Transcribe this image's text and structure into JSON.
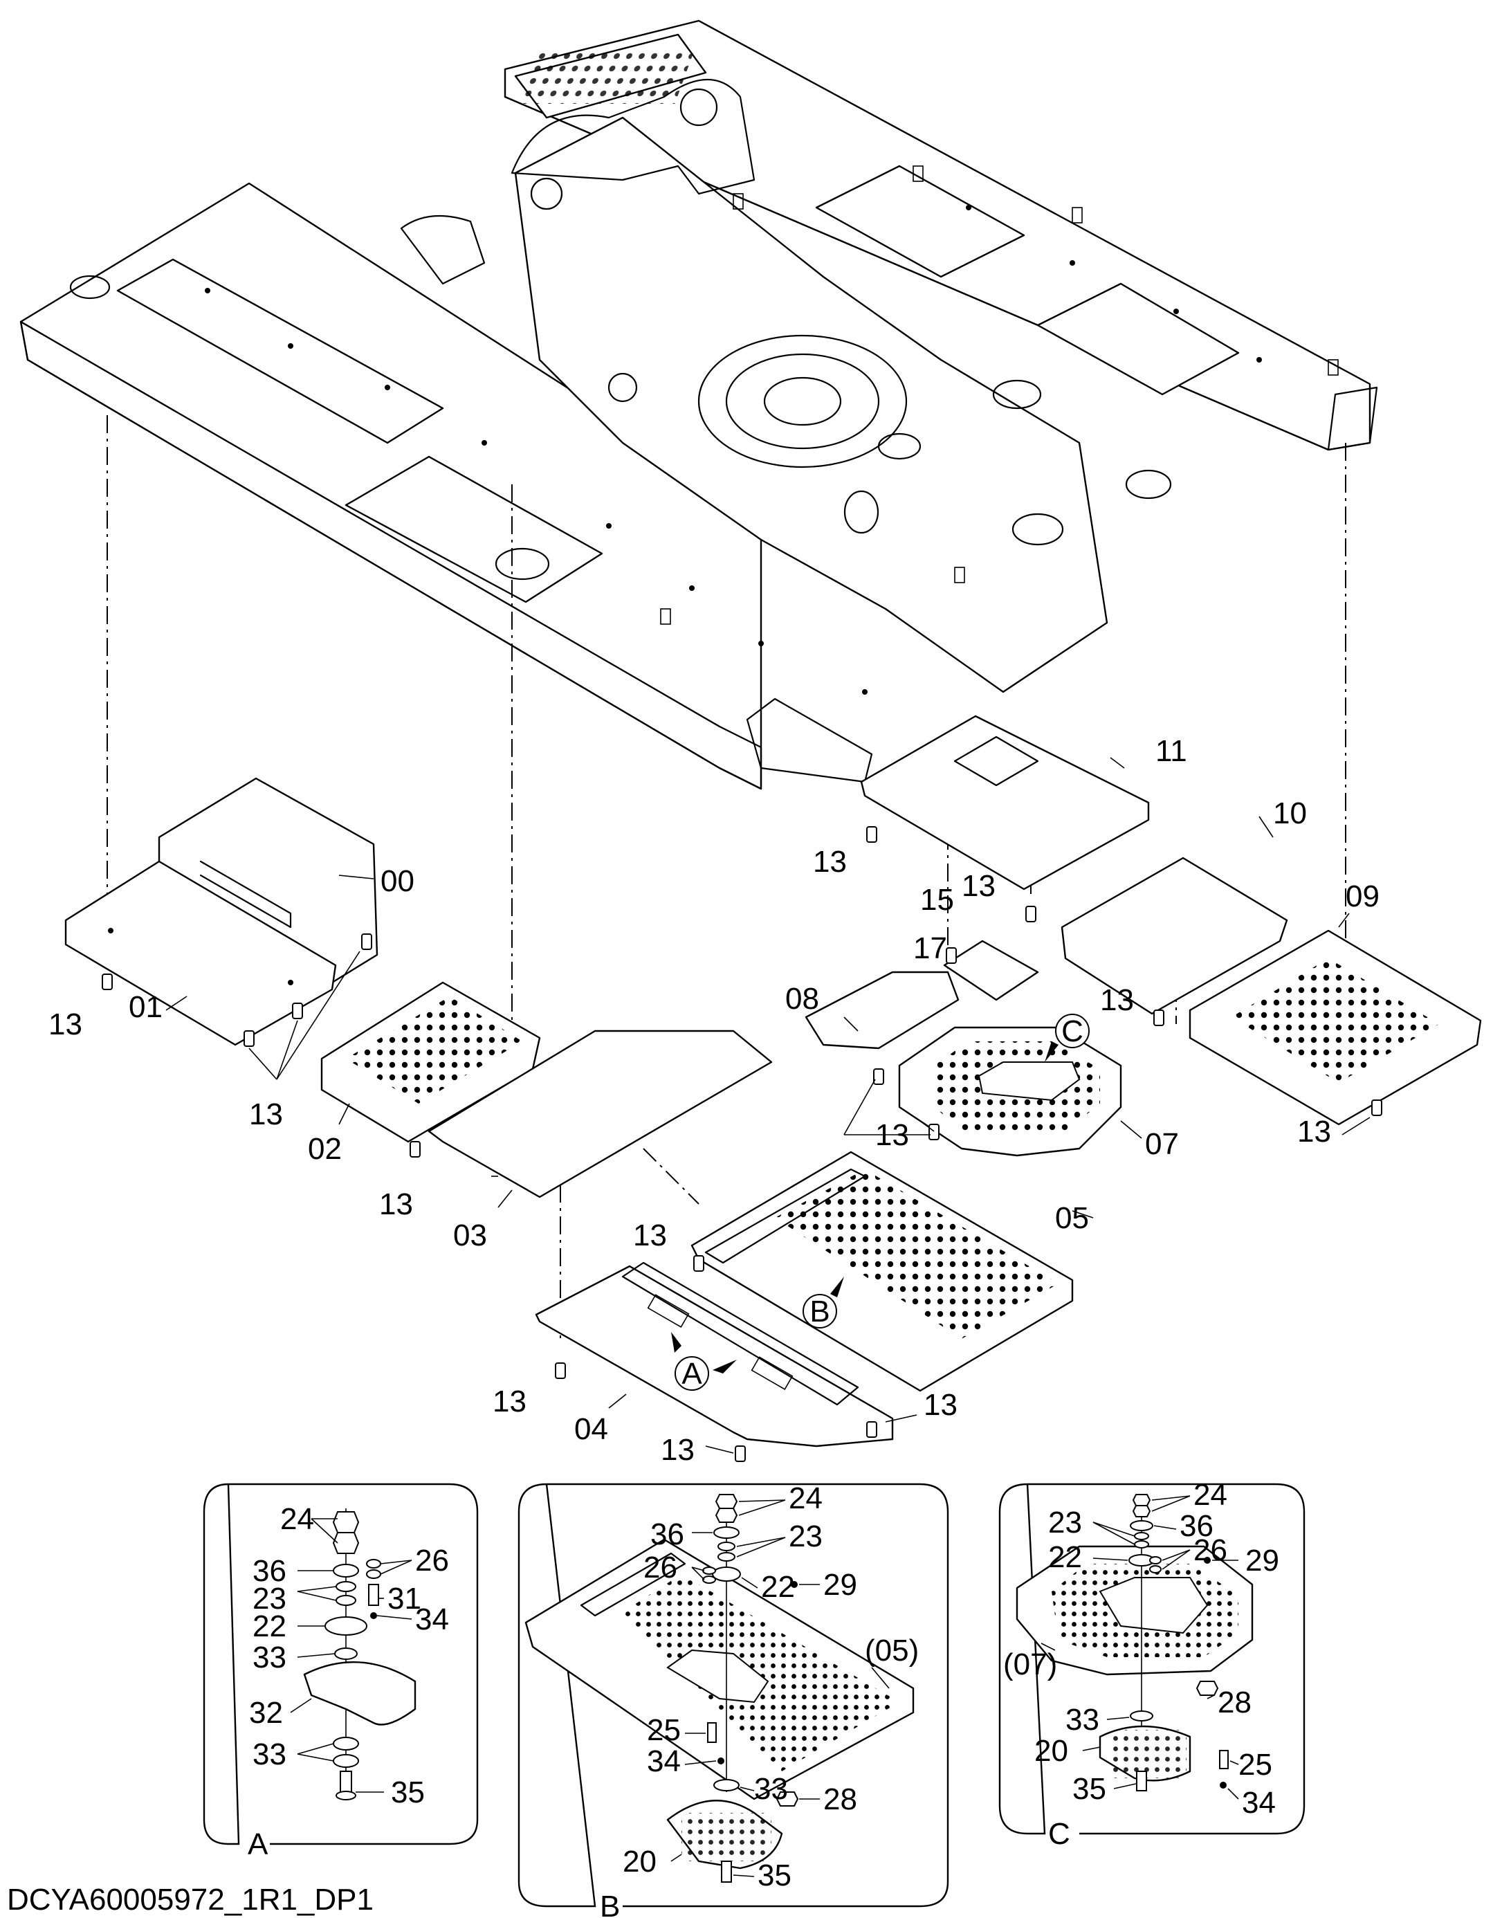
{
  "diagram_id": "DCYA60005972_1R1_DP1",
  "part_labels": {
    "p00": "00",
    "p01": "01",
    "p02": "02",
    "p03": "03",
    "p04": "04",
    "p05": "05",
    "p07": "07",
    "p08": "08",
    "p09": "09",
    "p10": "10",
    "p11": "11",
    "p15": "15",
    "p17": "17",
    "p13": "13"
  },
  "detail_markers": {
    "a": "A",
    "b": "B",
    "c": "C"
  },
  "detail_a": {
    "caption": "A",
    "labels": {
      "l24": "24",
      "l36": "36",
      "l23": "23",
      "l26": "26",
      "l31": "31",
      "l22": "22",
      "l34": "34",
      "l33a": "33",
      "l32": "32",
      "l33b": "33",
      "l35": "35"
    }
  },
  "detail_b": {
    "caption": "B",
    "labels": {
      "l24": "24",
      "l36": "36",
      "l23": "23",
      "l26": "26",
      "l22": "22",
      "l29": "29",
      "l05": "(05)",
      "l25": "25",
      "l34": "34",
      "l33": "33",
      "l28": "28",
      "l20": "20",
      "l35": "35"
    }
  },
  "detail_c": {
    "caption": "C",
    "labels": {
      "l24": "24",
      "l23": "23",
      "l36": "36",
      "l22": "22",
      "l26": "26",
      "l29": "29",
      "l07": "(07)",
      "l28": "28",
      "l33": "33",
      "l20": "20",
      "l25": "25",
      "l35": "35",
      "l34": "34"
    }
  }
}
